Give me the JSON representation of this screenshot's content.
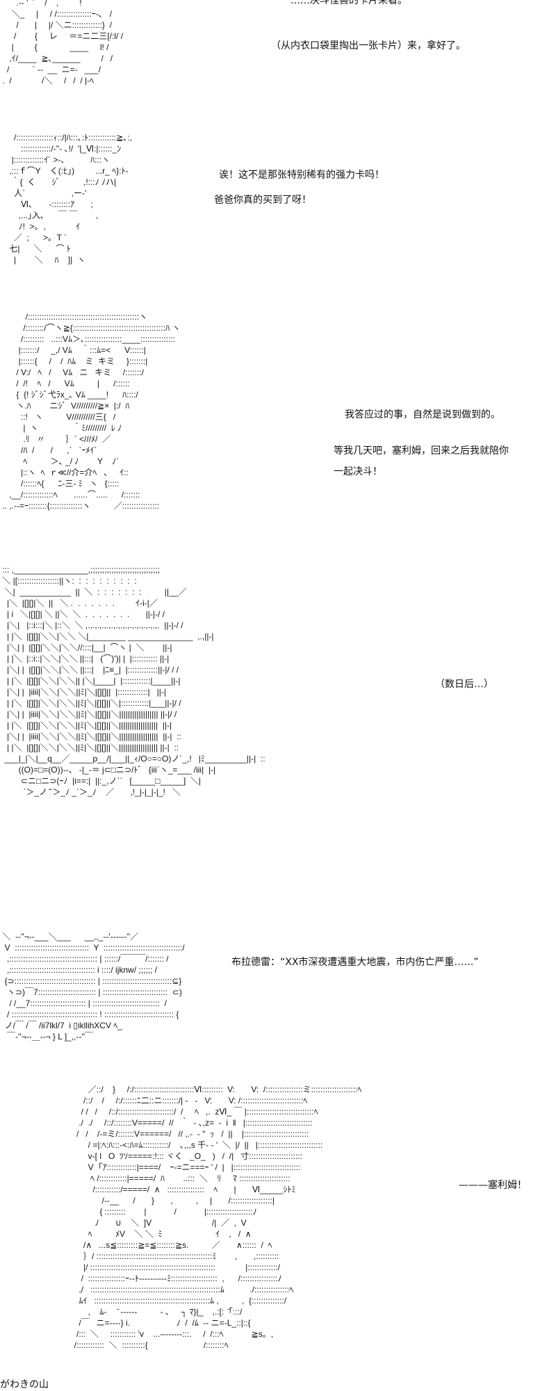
{
  "panels": [
    {
      "art": [
        "       .-‐ '  ´    /    ,         ! ",
        "     ＼_     |     / /:::::::::::::::ｰ-､   /",
        "       /       |     |/ ＼ニ:::::::::::::}  / ",
        "      /        {     レ     ＝=ニ二三[/:l/ /",
        "     |         {              ____     l! / ",
        "    ,ｲ/____  ≧､______         /   / ",
        "   /          ` ‐-  __  ニ=-   ___/ ",
        " .  /             /＼     /   /  / |-ﾍ "
      ],
      "lines": [
        "……决斗怪兽的卡片来看。",
        "（从内衣口袋里掏出一张卡片）来，拿好了。"
      ]
    },
    {
      "art": [
        "   /::::::::::::::::ｨ::/|ﾊ:::､:ﾄ::::::::::::≧､:,",
        "      :::::::::::::/‐''‐ ､!/  '|_Ⅵ:|::::::_ﾝ",
        "  |:::::::::::::ｲ´ >‐､           ﾊ:::ヽ",
        " ,:::ｆ⌒Y    く(:ﾋ｣)         ...r_ ﾍ}:ﾄ‐",
        "  ｀{  く       ｼﾞ          ,!:::ﾉ ﾉハ|",
        "   人`                    ,ー‐'",
        "      Ⅵ､       ‐::::::::ｱ       ;",
        "     ,...｣入､      ￣ ￣        ,",
        "     ﾉ!  >｡  ,             ｲ",
        "   ／  ;      >｡  T ´",
        " 七|      ＼      ⌒ ﾄ ",
        "   |        ＼     ﾊ    ]|  ヽ"
      ],
      "lines": [
        "诶！这不是那张特别稀有的强力卡吗！",
        "爸爸你真的买到了呀！"
      ]
    },
    {
      "art": [
        "           /::::::::::::::::::::::::::::::::::::::::::::::::ヽ",
        "          /::::::::/⌒ヽ≧{::::::::::::::::::::::::::::::::::::::::ﾊ ヽ",
        "         /:::::::::   ..:::Vﾑ＞､::::::::::::::::____:::::::::::::::",
        "        |:::::::/     _,/ Vﾑ    ｀:::ﾑ=<      V::::::|",
        "        |::::::{     /    /  ﾊﾑ    ミ  キミ     }:::::::|",
        "       / V:/   ﾍ   /     Vﾑ   ニ   キミ     /:::::::/",
        "       /  /!    ﾍ   /      Vﾑ          |      /::::::",
        "       {  {! ｼﾞｼﾞ弋ﾗx_､ Vﾑ ____!      ﾊ::::/",
        "       ヽ.ﾊ        ニｼﾞ  V/////////≧×  |:/  ﾊ",
        "         ::!   ヽ          V//////////三{   /",
        "          |  ヽ               ｀ﾐ/////////  ﾚ ﾉ",
        "          .ﾘ   〃         ｝` <///ﾒ/  ／",
        "         /ﾊ  /       /      ,`   `ｰﾒｲ`",
        "          ﾍ          ＞､ _/ ﾉ        Y    ﾉ` ",
        "         |::ヽ  ﾍ  ｒ≪//介=介ﾍ   ､     ｲ::",
        "         /::::::ﾍ{      ﾆ‐三‐ ﾐ   ヽ   {:::::",
        "    ,__/:::::::::::::ﾍ       ......⌒.....      /:::::::",
        " .. ,.--=ｰ::::::::{::::::::::::::ヽ          ／::::::::::::::::"
      ],
      "lines": [
        "我答应过的事，自然是说到做到的。",
        "等我几天吧，塞利姆，回来之后我就陪你",
        "一起决斗！"
      ]
    },
    {
      "art": [
        " ::: ,________________,;;;;;;;;;;;;;;;;;;;;;;;;;;;;;;",
        " ＼ |[::::::::::::::::::||ヽ:  :  :  :  :  :  :  :  :  :",
        "  ＼|  ___________  ||  ＼  :  :  :  :  :  :  :          ||__／",
        "   |＼  |[][]|＼  ||   ＼ .  .  .  .  .  .  .         ｲ-i-|／",
        "   | i   ＼|[][]| ＼ ||＼  ＼  .  .  .  .  .  .  .       ||-|-/ /",
        "   |＼|   |::i:::|＼ |::＼  ＼ ,.,.,.,.,.,.,.,.,.,.,.,.,.,.,.,.  ||-|-/ /",
        "   | |＼  |[][]|＼＼|＼＼ ＼|________ ______________  ,.,||-|",
        "   |＼| |  |[][]|＼＼|＼＼//::::|__|  ⌒ヽ |  ＼        ||-|",
        "   | |＼  |::i::|＼＼|＼＼ ||:::|   (⌒)')| |  |::::::::::: ||-|",
        "   |＼| |  |[][]|＼＼|＼＼ ||:::|    |ﾆ≡_|  |:::::::::::::||-|/ / /",
        "   | |＼  |[][]|＼＼|＼＼|| |＼|____|  |::::::::::::|____||-|",
        "   |＼| |  |iiii|＼＼|＼＼||ﾐ|＼|[][]||  |:::::::::::::|   ||-|",
        "   | |＼  |[][]|＼＼|＼＼||ﾐ|＼|[][]||＼|::::::::::::|___||-|/ /",
        "   |＼| |  |iiii|＼＼|＼＼||ﾐ|＼|[][]||＼|||||||||||||||||| ||-|/ /",
        "   | |＼  |[][]|＼＼|＼＼||ﾐ|＼|[][]||＼||||||||||||||||||  ||-|",
        "   |＼| |  |iiii|＼＼|＼＼||ﾐ|＼|[][]||＼||||||||||||||||||  ||-|  ::",
        "   | |＼  |[][]|＼＼|＼＼||ﾐ|＼|[][]||＼|||||||||||||||||| ||-|  ::",
        "  ___|_|＼|__q__／_____p__/|___||_ｨ/O○=○O)ノ´_,!   |ﾐ_________||-|  ::",
        "        ((O)=□=(O))‐-、 ‐|_-＝ j⊂□ニ⊃/ﾄ゛ {iii`ヽ_=___ /iii|  |-|",
        "         ⊂ニ□ニ⊃(ｰﾉ  |i==:|  ||:_,ノ``   [_____□_____]  ＼|",
        "          `＞_ノ ̄`＞_ﾉ _`＞_ﾉ    ／       ,!_|-|_|-|_!   ＼"
      ],
      "lines": [
        "（数日后…）"
      ]
    },
    {
      "art": [
        " ＼  ‐‐''¬‐‐___＼___      __,,_‐‐'‐‐‐‐‐‐''／",
        "  V  ::::::::::::::::::::::::::::::::  Y  ::::::::::::::::::::::::::::::::::/",
        "   ,:::::::::::::::::::::::::::::::::::::: | ::::::/￣￣￣/::::::: /",
        "   ,::::::::::::::::::::::::::::::::::::: i ::::/ ijknw/ ;;;;;; /",
        "  {⊃::::::::::::::::::::::::::::::::::: | ::::::::::::::::::::::::::::::⊆}",
        "   ヽ⊃)￣7::::::::::::::::::::::::: | ::::::::::::::::::::::::::::  ⊂)",
        "    / /__7:::::::::::::::::::::::: | :::::::::::::::::::::::::::::  /",
        "   / ::::::::::::::::::::::::::::::::::::: ! :::::::::::::::::::::::::::::: {",
        "  ノ/￣ /￣ /ii7lkl/7  i ▯ikllihXCV ﾍ_",
        "   ￣‐''¬‐‐＿‐‐¬ } L ]_,,-‐''￣"
      ],
      "lines": [
        "布拉德雷：“XX市深夜遭遇重大地震，市内伤亡严重……”"
      ]
    },
    {
      "art": [
        "           ／::/    }     /:/::::::::::::::::::::::::::Ⅵ:::::::::  V:       V:  /::::::::::::::::ミ::::::::::::::::::::ﾍ",
        "         /::/    /     /:/::::::ﾆ二::ニ:::::::/| ‐   ‐   V:       V: /:::::::::::::::::::::::::::ﾍ",
        "        / /   /     /::/::::::::::::::::::::::::/  /     ﾍ   ,.  zⅥ_ ￣ |:::::::::::::::::::::::::::::ﾍ",
        "       ./  ./     /::/::::::::V=====/  //   ｀  ‐ ､,z=  ‐  i  ‖   |:::::::::::::::::::::::::::::",
        "      /   /    /‐=ミ/:::::::V======/   // ,.-  ‐ ''  ｯ   /  ||    |::::::::::::::::::::::::::::",
        "           / =|:ﾍ:ﾊ:::‐<:ﾊ=ﾑ:::::::::::/    ､,,,s 千- ‐ '  ＼  |/  ||   |::::::::::::::::::::::::::::",
        "           v‐[ l   O  ﾂｿ=====:!::: ヾく   _O_   )   /  /|   寸:::::::::::::::::::::::",
        "           V  ｢ｱ:::::::::::::|====/    ｰ‐=ニ===ｰ ' /  |   |:::::::::::::::::::::::::::::",
        "            ﾍ /::::::::::::|=====/  ﾊ        ..:::  ＼    ﾘ     ﾏ ::::::::::::::::::::::",
        "             /:::::::::::/=====/  ∧   ::::::::::::::::    ﾍ       |       Ⅵ_____ｼﾄﾐ",
        "                 /‐-__      /       }       ,          ,     |       /::::::::::::::::::|",
        "                { :::::::::        |            /            |::::::::::::::::::::ﾉ",
        "              ﾉ       ∪    ＼  ]V                          /|  ／  ,  V",
        "           ﾍ          ﾒV    ＼ ＼  ﾐ                       ｲ    ,   /  ∧",
        "         /∧   ...s≦:::::::::≧=≦::::::::≧s.          ／       ∧::::::  /  ﾍ",
        "         ｝/ ::::::::::::::::::::::::::::::::::::::::::::::::::ﾐ        ,       ,::::::::::",
        "         |/ ::::::::::::::::::::::::::::::::::::::::::::::::::::::             |:::::::::::::/",
        "        /  ::::::::::::::::ｰ‐‐ﾄ‐‐‐‐‐‐‐‐‐‐ﾐ::::::::::::::::::::  ,      /::::::::::::::::ﾉ",
        "       ,/   ::::::::::::::::::::::::::::::::::::::::::::::::::::::::ﾑ           ./:::::::::::::::ﾍ",
        "       ﾑｲ   ::::::::::::::::::::::::::::::::::::::::::::::::::ﾑ ,          ,  {::::::::::::::/",
        "           ,    ﾑ‐     ̄ ‐‐‐‐‐‐          ‐ ､     ┐ ﾏ}|_    ,.:[:  ̄｢:::/",
        "       /￣   ニ=‐‐‐‐} i.                    ﾉ  /  /ﾑ  ‐‐ ニ=‐L_::|::{",
        "      /:::  ＼     ::::::::::: 'v    ...‐‐‐‐‐‐‐‐:::.     /  /:::ﾍ            ≧s。,",
        "     /::::::::::::  ＼  ::::::::::{                        /::::::::ﾍ"
      ],
      "lines": [
        "———塞利姆！"
      ]
    }
  ],
  "footer": {
    "caption": "がわきの山"
  }
}
